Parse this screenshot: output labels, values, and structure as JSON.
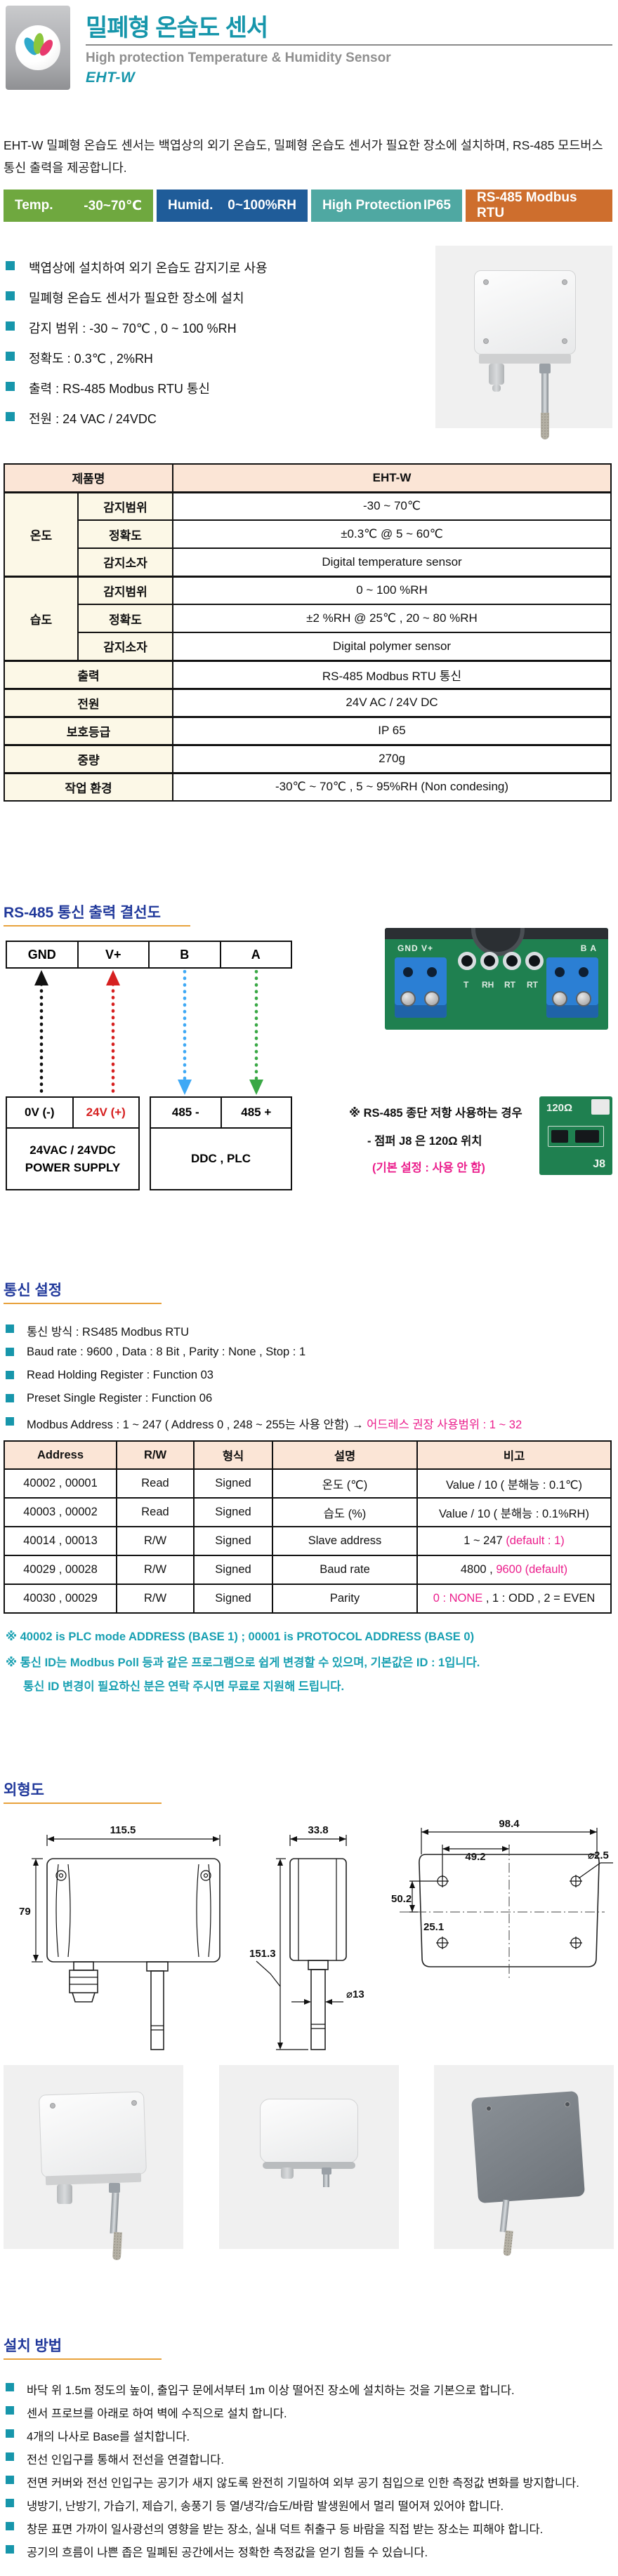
{
  "colors": {
    "accent_teal": "#1796AB",
    "section_navy": "#21399B",
    "underline_orange": "#E8A23C",
    "highlight_magenta": "#EB1E8C",
    "note_teal": "#18A0B2",
    "badge_green": "#6FA83F",
    "badge_navy": "#1F5C99",
    "badge_teal": "#4FA8A2",
    "badge_orange": "#CE6E2D",
    "arrow_black": "#111111",
    "arrow_red": "#D62020",
    "arrow_blue": "#3FA9F5",
    "arrow_green": "#39A845"
  },
  "header": {
    "title": "밀폐형 온습도 센서",
    "subtitle": "High protection Temperature & Humidity Sensor",
    "model": "EHT-W"
  },
  "intro": {
    "text": "EHT-W 밀폐형 온습도 센서는 백엽상의 외기 온습도, 밀폐형 온습도 센서가 필요한 장소에 설치하며, RS-485 모드버스 통신 출력을 제공합니다."
  },
  "badges": [
    {
      "label": "Temp.",
      "value": "-30~70℃"
    },
    {
      "label": "Humid.",
      "value": "0~100%RH"
    },
    {
      "label": "High Protection",
      "value": "IP65"
    },
    {
      "label": "RS-485 Modbus RTU",
      "value": ""
    }
  ],
  "features": {
    "items": [
      "백엽상에 설치하여 외기 온습도 감지기로 사용",
      "밀폐형 온습도 센서가 필요한 장소에 설치",
      "감지 범위 :  -30 ~ 70℃ , 0 ~ 100 %RH",
      "정확도 :  0.3℃ , 2%RH",
      "출력 :  RS-485 Modbus RTU 통신",
      "전원 :  24 VAC / 24VDC"
    ]
  },
  "spec_table": {
    "product_label": "제품명",
    "product_value": "EHT-W",
    "temp_group": {
      "name": "온도",
      "rows": [
        {
          "label": "감지범위",
          "value": "-30 ~ 70℃"
        },
        {
          "label": "정확도",
          "value": "±0.3℃  @ 5 ~ 60℃"
        },
        {
          "label": "감지소자",
          "value": "Digital temperature sensor"
        }
      ]
    },
    "humid_group": {
      "name": "습도",
      "rows": [
        {
          "label": "감지범위",
          "value": "0 ~ 100 %RH"
        },
        {
          "label": "정확도",
          "value": "±2 %RH  @ 25℃ , 20 ~ 80 %RH"
        },
        {
          "label": "감지소자",
          "value": "Digital polymer sensor"
        }
      ]
    },
    "simple_rows": [
      {
        "label": "출력",
        "value": "RS-485 Modbus RTU 통신"
      },
      {
        "label": "전원",
        "value": "24V AC  /  24V DC"
      },
      {
        "label": "보호등급",
        "value": "IP 65"
      },
      {
        "label": "중량",
        "value": "270g"
      },
      {
        "label": "작업 환경",
        "value": "-30℃ ~ 70℃  ,  5 ~ 95%RH (Non condesing)"
      }
    ]
  },
  "wiring": {
    "section_title": "RS-485 통신 출력 결선도",
    "terminals": [
      "GND",
      "V+",
      "B",
      "A"
    ],
    "power_box": {
      "cell1": "0V (-)",
      "cell2": "24V (+)",
      "line1": "24VAC / 24VDC",
      "line2": "POWER SUPPLY"
    },
    "ddc_box": {
      "cell1": "485 -",
      "cell2": "485 +",
      "label": "DDC , PLC"
    },
    "pcb_labels": {
      "left": "GND  V+",
      "right": "B   A",
      "m1": "T",
      "m2": "RH",
      "m3": "RT",
      "m4": "RT"
    },
    "termination_note": {
      "line1": "※  RS-485 종단 저항 사용하는 경우",
      "line2": "- 점퍼 J8 은 120Ω 위치",
      "line3": "(기본 설정 :  사용 안 함)"
    },
    "j8_photo": {
      "resistor": "120Ω",
      "jumper": "J8"
    }
  },
  "comm": {
    "section_title": "통신 설정",
    "bullets": [
      "통신 방식 :  RS485 Modbus RTU",
      "Baud rate : 9600  ,  Data : 8 Bit  ,  Parity : None  ,  Stop : 1",
      "Read Holding Register :  Function 03",
      "Preset Single Register :  Function 06"
    ],
    "modbus_bullet": {
      "main": "Modbus Address :  1 ~ 247 ( Address 0 , 248 ~ 255는 사용 안함)  →  ",
      "highlight": "어드레스 권장 사용범위 : 1 ~ 32"
    },
    "table": {
      "headers": [
        "Address",
        "R/W",
        "형식",
        "설명",
        "비고"
      ],
      "rows": [
        {
          "address": "40002 , 00001",
          "rw": "Read",
          "format": "Signed",
          "desc": "온도 (℃)",
          "note_pre": "Value / 10   ( 분해능 : 0.1℃)",
          "note_hl": "",
          "note_post": ""
        },
        {
          "address": "40003 , 00002",
          "rw": "Read",
          "format": "Signed",
          "desc": "습도 (%)",
          "note_pre": "Value / 10   ( 분해능 : 0.1%RH)",
          "note_hl": "",
          "note_post": ""
        },
        {
          "address": "40014 , 00013",
          "rw": "R/W",
          "format": "Signed",
          "desc": "Slave address",
          "note_pre": "1 ~ 247  ",
          "note_hl": "(default : 1)",
          "note_post": ""
        },
        {
          "address": "40029 , 00028",
          "rw": "R/W",
          "format": "Signed",
          "desc": "Baud rate",
          "note_pre": "4800 , ",
          "note_hl": "9600 (default)",
          "note_post": ""
        },
        {
          "address": "40030 , 00029",
          "rw": "R/W",
          "format": "Signed",
          "desc": "Parity",
          "note_pre": "",
          "note_hl": "0 : NONE",
          "note_post": " ,  1 : ODD  ,  2 = EVEN"
        }
      ]
    },
    "notes": [
      "※  40002 is PLC mode ADDRESS (BASE 1) ;  00001 is PROTOCOL ADDRESS (BASE 0)",
      "※  통신 ID는 Modbus Poll 등과 같은 프로그램으로 쉽게 변경할 수 있으며, 기본값은 ID : 1입니다.",
      "통신 ID 변경이 필요하신 분은 연락 주시면 무료로 지원해 드립니다."
    ]
  },
  "dimensions": {
    "section_title": "외형도",
    "front": {
      "width": "115.5",
      "height": "79"
    },
    "side": {
      "depth": "33.8",
      "probe_len": "151.3",
      "probe_dia": "⌀13"
    },
    "rear": {
      "width": "98.4",
      "hole_span": "49.2",
      "height": "50.2",
      "hole_offset": "25.1",
      "hole_dia": "⌀2.5"
    }
  },
  "install": {
    "section_title": "설치 방법",
    "items": [
      "바닥 위 1.5m 정도의 높이,  출입구 문에서부터 1m 이상 떨어진 장소에 설치하는 것을 기본으로 합니다.",
      "센서 프로브를 아래로 하여 벽에 수직으로 설치 합니다.",
      "4개의 나사로 Base를 설치합니다.",
      "전선 인입구를 통해서 전선을 연결합니다.",
      "전면 커버와 전선 인입구는 공기가 새지 않도록 완전히 기밀하여 외부 공기 침입으로 인한 측정값 변화를 방지합니다.",
      "냉방기, 난방기, 가습기, 제습기, 송풍기 등 열/냉각/습도/바람 발생원에서 멀리 떨어져 있어야 합니다.",
      "창문 표면 가까이 일사광선의 영향을 받는 장소, 실내 덕트 취출구 등 바람을 직접 받는 장소는 피해야 합니다.",
      "공기의 흐름이 나쁜 좁은 밀폐된 공간에서는 정확한 측정값을 얻기 힘들 수 있습니다."
    ]
  }
}
